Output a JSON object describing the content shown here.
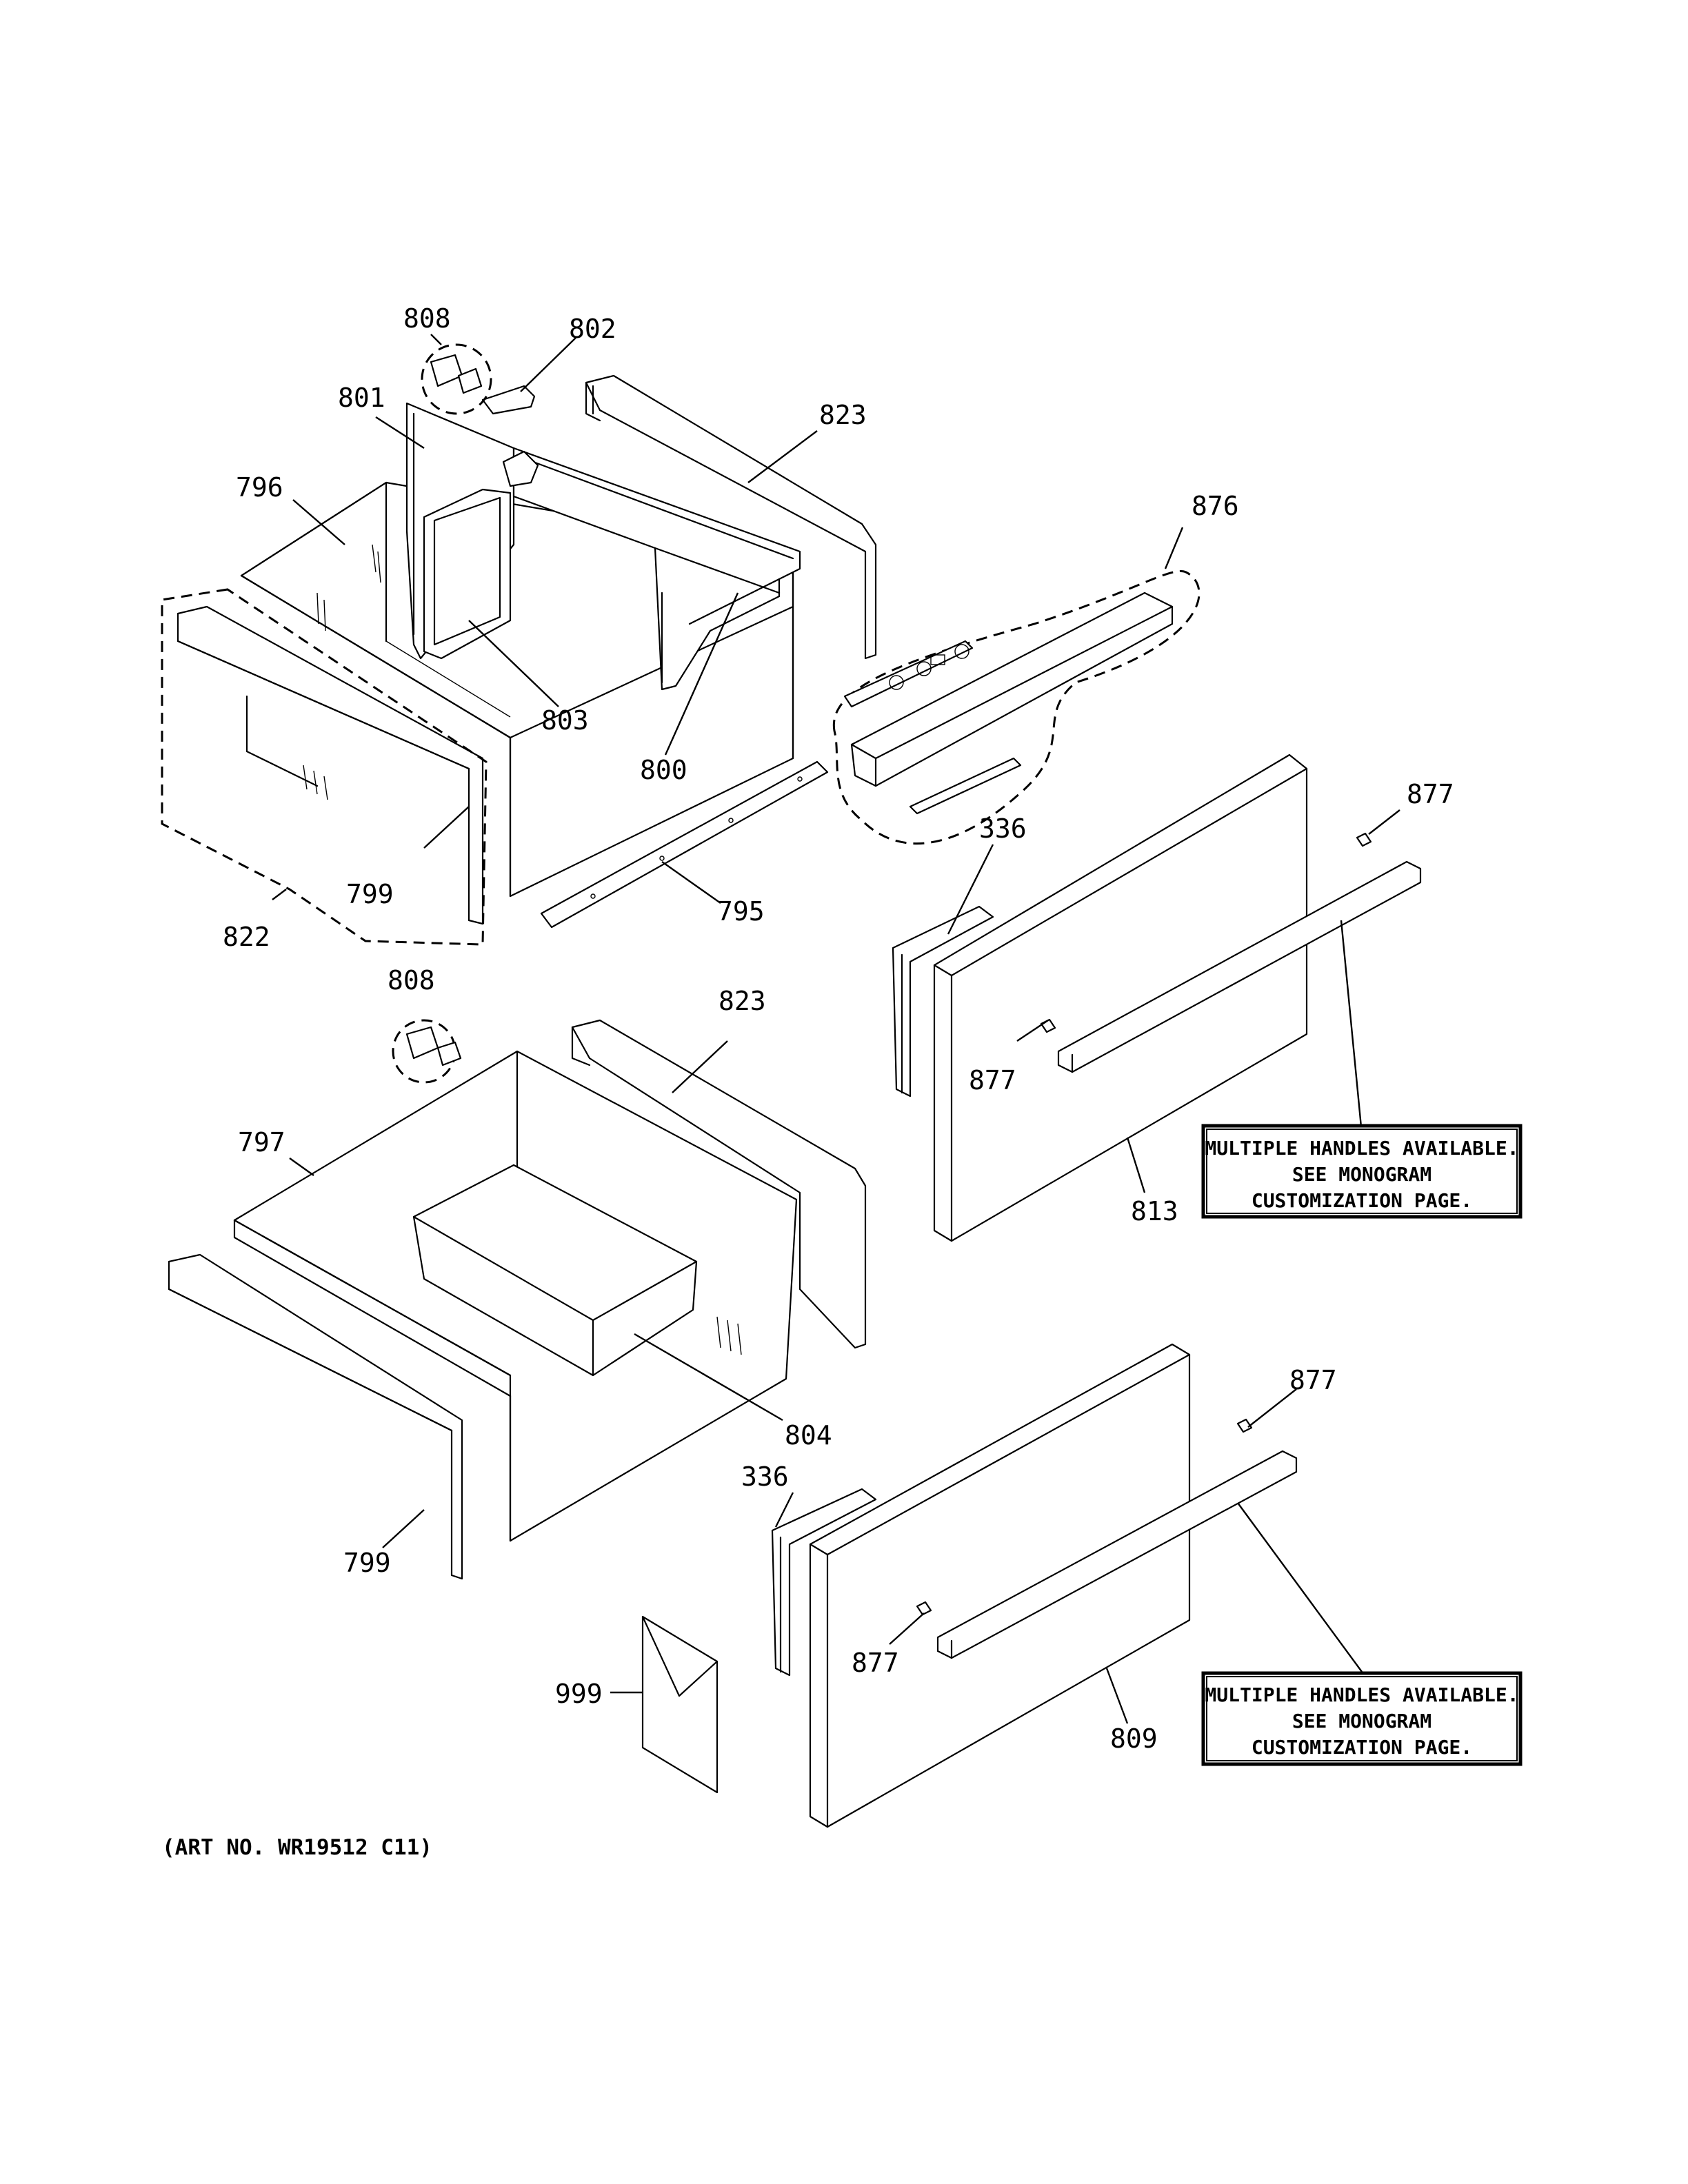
{
  "labels": {
    "l808a": "808",
    "l802": "802",
    "l801": "801",
    "l823a": "823",
    "l796": "796",
    "l876": "876",
    "l803": "803",
    "l800": "800",
    "l877a": "877",
    "l336a": "336",
    "l799a": "799",
    "l822": "822",
    "l795": "795",
    "l808b": "808",
    "l823b": "823",
    "l877b": "877",
    "l797": "797",
    "l813": "813",
    "l877c": "877",
    "l804": "804",
    "l336b": "336",
    "l799b": "799",
    "l999": "999",
    "l877d": "877",
    "l809": "809"
  },
  "notes": {
    "upper": [
      "MULTIPLE HANDLES AVAILABLE.",
      "SEE MONOGRAM",
      "CUSTOMIZATION PAGE."
    ],
    "lower": [
      "MULTIPLE HANDLES AVAILABLE.",
      "SEE MONOGRAM",
      "CUSTOMIZATION PAGE."
    ]
  },
  "art_number": "(ART NO. WR19512 C11)"
}
